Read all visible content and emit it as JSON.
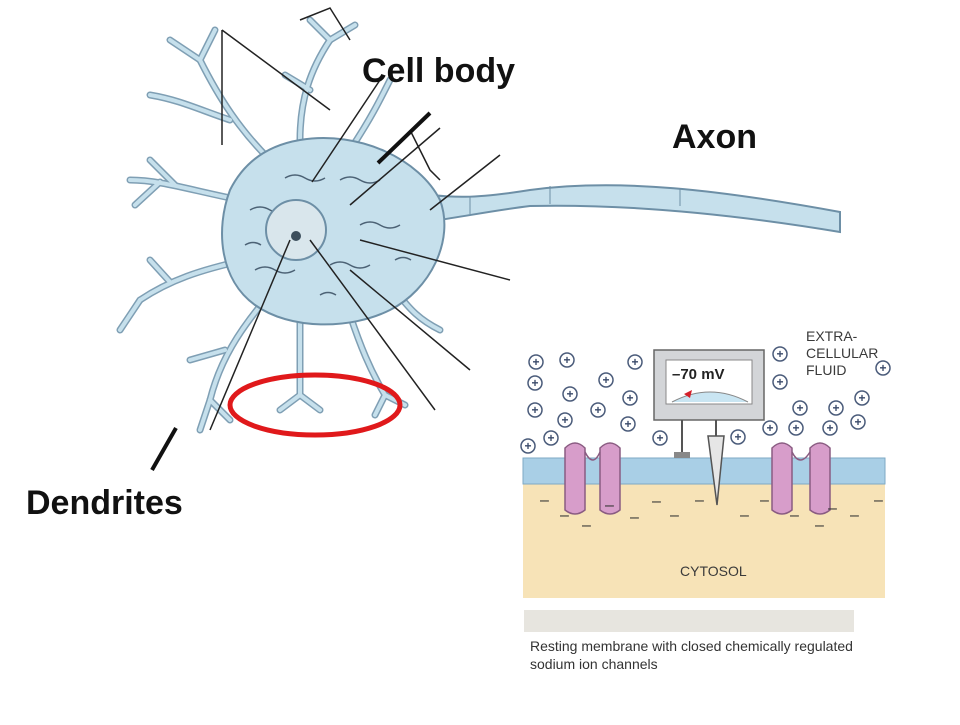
{
  "labels": {
    "cell_body": "Cell body",
    "axon": "Axon",
    "dendrites": "Dendrites"
  },
  "inset": {
    "extracellular": "EXTRA-\nCELLULAR\nFLUID",
    "cytosol": "CYTOSOL",
    "voltage": "–70 mV",
    "caption": "Resting membrane with closed chemically regulated sodium ion channels",
    "positive_sign": "+",
    "negative_sign": "–"
  },
  "colors": {
    "neuron_fill": "#c6e0ec",
    "neuron_outline": "#6d8fa6",
    "highlight_ellipse": "#e0191b",
    "membrane": "#a9cfe6",
    "cytosol_fill": "#f7e3b7",
    "channel": "#d79dca",
    "meter_box": "#d3d5d8"
  }
}
